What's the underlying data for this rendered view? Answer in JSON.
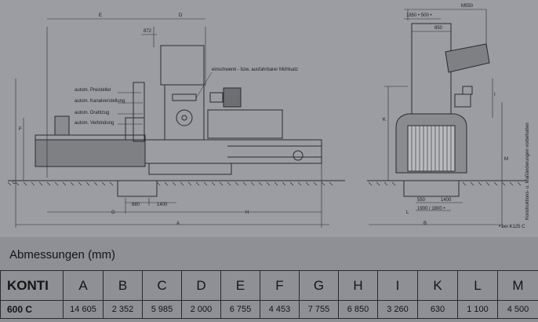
{
  "drawing": {
    "dimension_letters": {
      "A": "A",
      "B": "B",
      "C": "C",
      "D": "D",
      "E": "E",
      "F": "F",
      "G": "G",
      "H": "H",
      "I": "I",
      "K": "K",
      "L": "L",
      "M": "M"
    },
    "side_labels": {
      "presser": "autom. Preisteller",
      "channel": "autom. Kanalverstellung",
      "wire": "autom. Drahtzug",
      "binder": "autom. Verbindung",
      "mill": "einschwenk - bzw. ausfahrbarer Mühlsatz"
    },
    "side_dims": {
      "d872": "872",
      "d880": "880",
      "d1400": "1400"
    },
    "front_dims": {
      "m550": "M550",
      "d1850_500": "1850 • 500 •",
      "d850": "850",
      "d550": "550",
      "d1400": "1400",
      "d1900_1800": "1900 / 1800 •"
    },
    "vertical_note": "Konstruktions- u. Maßänderungen vorbehalten",
    "drawing_ref": "• bei K125 C"
  },
  "table": {
    "title": "Abmessungen (mm)",
    "headers": [
      "KONTI",
      "A",
      "B",
      "C",
      "D",
      "E",
      "F",
      "G",
      "H",
      "I",
      "K",
      "L",
      "M"
    ],
    "rows": [
      [
        "600 C",
        "14 605",
        "2 352",
        "5 985",
        "2 000",
        "6 755",
        "4 453",
        "7 755",
        "6 850",
        "3 260",
        "630",
        "1 100",
        "4 500"
      ]
    ]
  }
}
